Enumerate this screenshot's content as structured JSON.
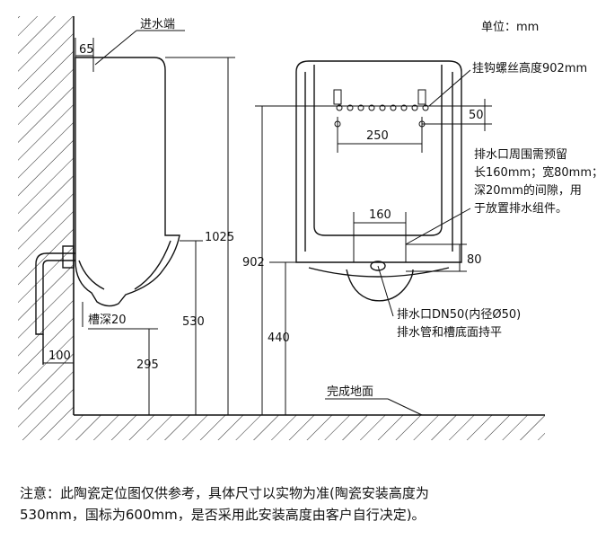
{
  "labels": {
    "inlet": "进水端",
    "unit": "单位：mm",
    "hook_bolt": "挂钩螺丝高度902mm",
    "drain_gap": [
      "排水口周围需预留",
      "长160mm；宽80mm；",
      "深20mm的间隙，用",
      "于放置排水组件。"
    ],
    "groove_depth": "槽深20",
    "drain_outlet": [
      "排水口DN50(内径Ø50)",
      "排水管和槽底面持平"
    ],
    "floor": "完成地面"
  },
  "dimensions": {
    "d65": "65",
    "d1025": "1025",
    "d530": "530",
    "d295": "295",
    "d100": "100",
    "d902": "902",
    "d440": "440",
    "d250": "250",
    "d50": "50",
    "d160": "160",
    "d80": "80"
  },
  "note": [
    "注意：此陶瓷定位图仅供参考，具体尺寸以实物为准(陶瓷安装高度为",
    "530mm，国标为600mm，是否采用此安装高度由客户自行决定)。"
  ]
}
